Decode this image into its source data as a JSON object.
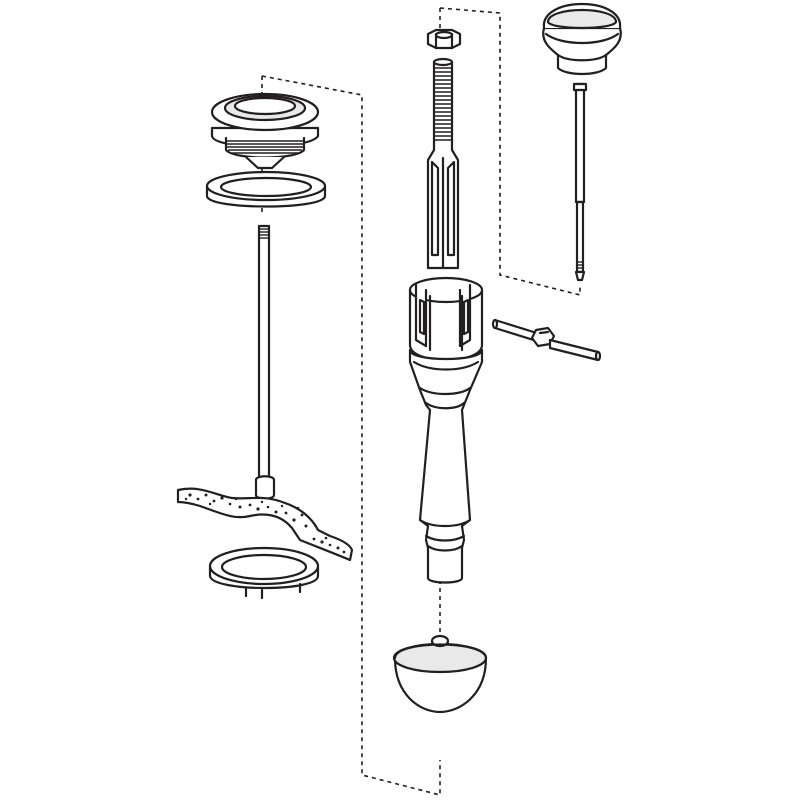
{
  "figure": {
    "kind": "exploded-assembly-drawing",
    "line_color": "#231f20",
    "fill_color": "#ffffff",
    "shade_color": "#e9e9e9",
    "parts": [
      "waste-flange",
      "flange-washer",
      "drain-pull-rod",
      "countertop-section",
      "underside-locknut-ring",
      "top-nut",
      "threaded-spindle",
      "lever-housing",
      "body-tailpiece",
      "cross-pin",
      "knob-with-rod",
      "bowl-knob"
    ]
  }
}
